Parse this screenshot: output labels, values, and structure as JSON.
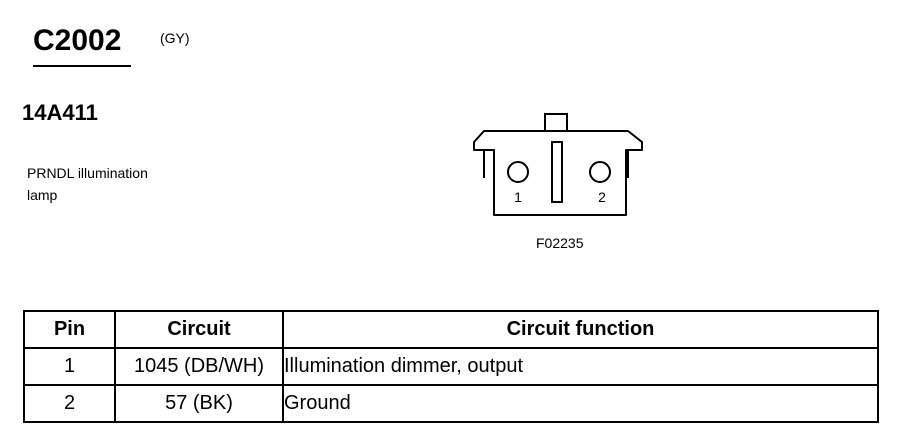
{
  "connector": {
    "id": "C2002",
    "color_code": "(GY)",
    "part_number": "14A411",
    "description_lines": [
      "PRNDL illumination",
      "lamp"
    ]
  },
  "diagram": {
    "pin_labels": [
      "1",
      "2"
    ],
    "figure_code": "F02235"
  },
  "table": {
    "headers": [
      "Pin",
      "Circuit",
      "Circuit function"
    ],
    "rows": [
      {
        "pin": "1",
        "circuit": "1045 (DB/WH)",
        "function": "Illumination dimmer, output"
      },
      {
        "pin": "2",
        "circuit": "57 (BK)",
        "function": "Ground"
      }
    ]
  }
}
